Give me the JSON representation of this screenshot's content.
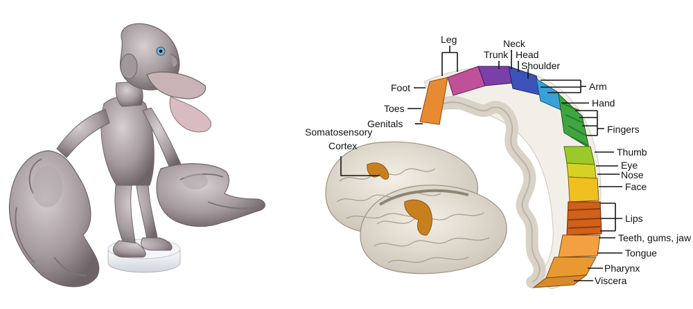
{
  "figure": {
    "left_panel": {
      "subject": "sensory homunculus figure on a white pedestal"
    },
    "right_panel": {
      "colors": {
        "leg": "#c0509a",
        "trunk": "#7a3fa8",
        "arm": "#3c52b8",
        "hand": "#3aa0d8",
        "fingers": "#3fa53f",
        "thumb": "#9bc92a",
        "face": "#f0c020",
        "lips": "#d0601a",
        "pharynx": "#e89a30",
        "cortex_highlight": "#c8801f"
      },
      "labels": {
        "leg": "Leg",
        "neck": "Neck",
        "trunk": "Trunk",
        "head": "Head",
        "shoulder": "Shoulder",
        "arm": "Arm",
        "hand": "Hand",
        "foot": "Foot",
        "toes": "Toes",
        "genitals": "Genitals",
        "somatosensory": "Somatosensory",
        "cortex": "Cortex",
        "fingers": "Fingers",
        "thumb": "Thumb",
        "eye": "Eye",
        "nose": "Nose",
        "face": "Face",
        "lips": "Lips",
        "teeth": "Teeth, gums, jaw",
        "tongue": "Tongue",
        "pharynx": "Pharynx",
        "viscera": "Viscera"
      }
    }
  }
}
